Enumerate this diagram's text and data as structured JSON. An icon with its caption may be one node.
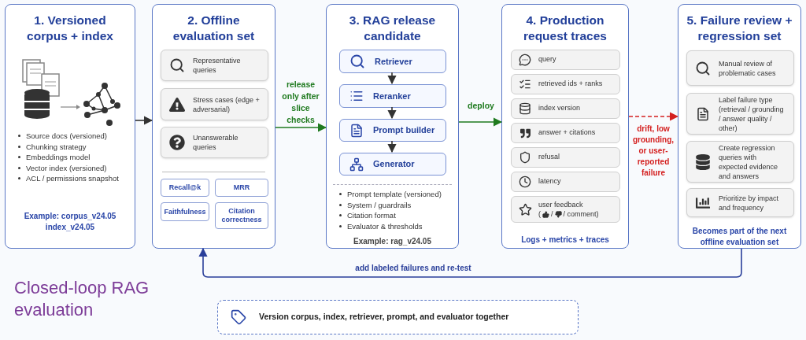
{
  "diagram": {
    "title": "Closed-loop RAG evaluation",
    "nodes": [
      {
        "text": [
          "1. Versioned corpus + index",
          "Source docs (versioned)",
          "Chunking strategy",
          "Embeddings model",
          "Vector index (versioned)",
          "ACL / permissions snapshot",
          "Example: corpus_v24.05 index_v24.05"
        ]
      },
      {
        "text": [
          "2. Offline evaluation set"
        ]
      },
      {
        "text": [
          "Representative queries"
        ],
        "in": 1
      },
      {
        "text": [
          "Stress cases (edge + adversarial)"
        ],
        "in": 1
      },
      {
        "text": [
          "Unanswerable queries"
        ],
        "in": 1
      },
      {
        "text": [
          "Recall@k"
        ],
        "in": 1
      },
      {
        "text": [
          "MRR"
        ],
        "in": 1
      },
      {
        "text": [
          "Faithfulness"
        ],
        "in": 1
      },
      {
        "text": [
          "Citation correctness"
        ],
        "in": 1
      },
      {
        "text": [
          "3. RAG release candidate",
          "Prompt template (versioned)",
          "System / guardrails",
          "Citation format",
          "Evaluator & thresholds",
          "Example: rag_v24.05"
        ]
      },
      {
        "text": [
          "Retriever"
        ],
        "in": 9
      },
      {
        "text": [
          "Reranker"
        ],
        "in": 9
      },
      {
        "text": [
          "Prompt builder"
        ],
        "in": 9
      },
      {
        "text": [
          "Generator"
        ],
        "in": 9
      },
      {
        "text": [
          "4. Production request traces",
          "Logs + metrics + traces"
        ]
      },
      {
        "text": [
          "query"
        ],
        "in": 14
      },
      {
        "text": [
          "retrieved ids + ranks"
        ],
        "in": 14
      },
      {
        "text": [
          "index version"
        ],
        "in": 14
      },
      {
        "text": [
          "answer + citations"
        ],
        "in": 14
      },
      {
        "text": [
          "refusal"
        ],
        "in": 14
      },
      {
        "text": [
          "latency"
        ],
        "in": 14
      },
      {
        "text": [
          "user feedback",
          "(",
          "/",
          "/ comment)"
        ],
        "in": 14
      },
      {
        "text": [
          "5. Failure review + regression set",
          "Becomes part of the next offline evaluation set"
        ]
      },
      {
        "text": [
          "Manual review of problematic cases"
        ],
        "in": 22
      },
      {
        "text": [
          "Label failure type (retrieval / grounding / answer quality / other)"
        ],
        "in": 22
      },
      {
        "text": [
          "Create regression queries with expected evidence and answers"
        ],
        "in": 22
      },
      {
        "text": [
          "Prioritize by impact and frequency"
        ],
        "in": 22
      },
      {
        "text": [
          "Version corpus, index, retriever, prompt, and evaluator together"
        ]
      }
    ],
    "edges": [
      {
        "from": 0,
        "to": 1,
        "arrow": "to"
      },
      {
        "from": 1,
        "to": 9,
        "arrow": "to",
        "label": "release only after slice checks",
        "color": "#1f7a1f"
      },
      {
        "from": 9,
        "to": 14,
        "arrow": "to",
        "label": "deploy",
        "color": "#1f7a1f"
      },
      {
        "from": 14,
        "to": 22,
        "arrow": "to",
        "label": "drift, low grounding, or user-reported failure",
        "style": "dashed",
        "color": "#d42020"
      },
      {
        "from": 22,
        "to": 1,
        "arrow": "to",
        "label": "add labeled failures and re-test",
        "color": "#2a3f9a"
      },
      {
        "from": 10,
        "to": 11,
        "arrow": "to"
      },
      {
        "from": 11,
        "to": 12,
        "arrow": "to"
      },
      {
        "from": 12,
        "to": 13,
        "arrow": "to"
      }
    ]
  }
}
